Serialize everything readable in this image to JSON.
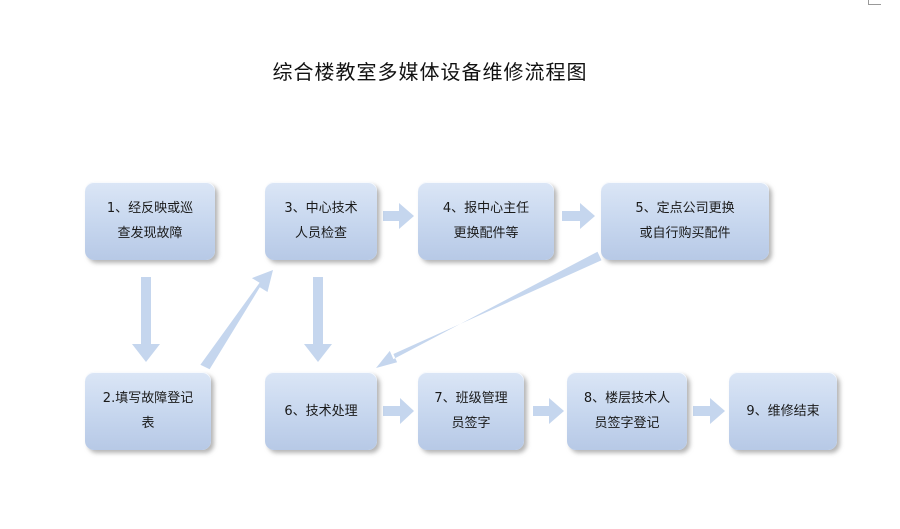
{
  "title": "综合楼教室多媒体设备维修流程图",
  "arrow_color": "#c5d6ee",
  "box_color": "#c6d6ee",
  "steps": [
    {
      "id": 1,
      "text": "1、经反映或巡\n查发现故障"
    },
    {
      "id": 2,
      "text": "2.填写故障登记\n表"
    },
    {
      "id": 3,
      "text": "3、中心技术\n人员检查"
    },
    {
      "id": 4,
      "text": "4、报中心主任\n更换配件等"
    },
    {
      "id": 5,
      "text": "5、定点公司更换\n或自行购买配件"
    },
    {
      "id": 6,
      "text": "6、技术处理"
    },
    {
      "id": 7,
      "text": "7、班级管理\n员签字"
    },
    {
      "id": 8,
      "text": "8、楼层技术人\n员签字登记"
    },
    {
      "id": 9,
      "text": "9、维修结束"
    }
  ],
  "connections": [
    {
      "from": 1,
      "to": 2
    },
    {
      "from": 2,
      "to": 3
    },
    {
      "from": 3,
      "to": 4
    },
    {
      "from": 3,
      "to": 6
    },
    {
      "from": 4,
      "to": 5
    },
    {
      "from": 5,
      "to": 6
    },
    {
      "from": 6,
      "to": 7
    },
    {
      "from": 7,
      "to": 8
    },
    {
      "from": 8,
      "to": 9
    }
  ]
}
